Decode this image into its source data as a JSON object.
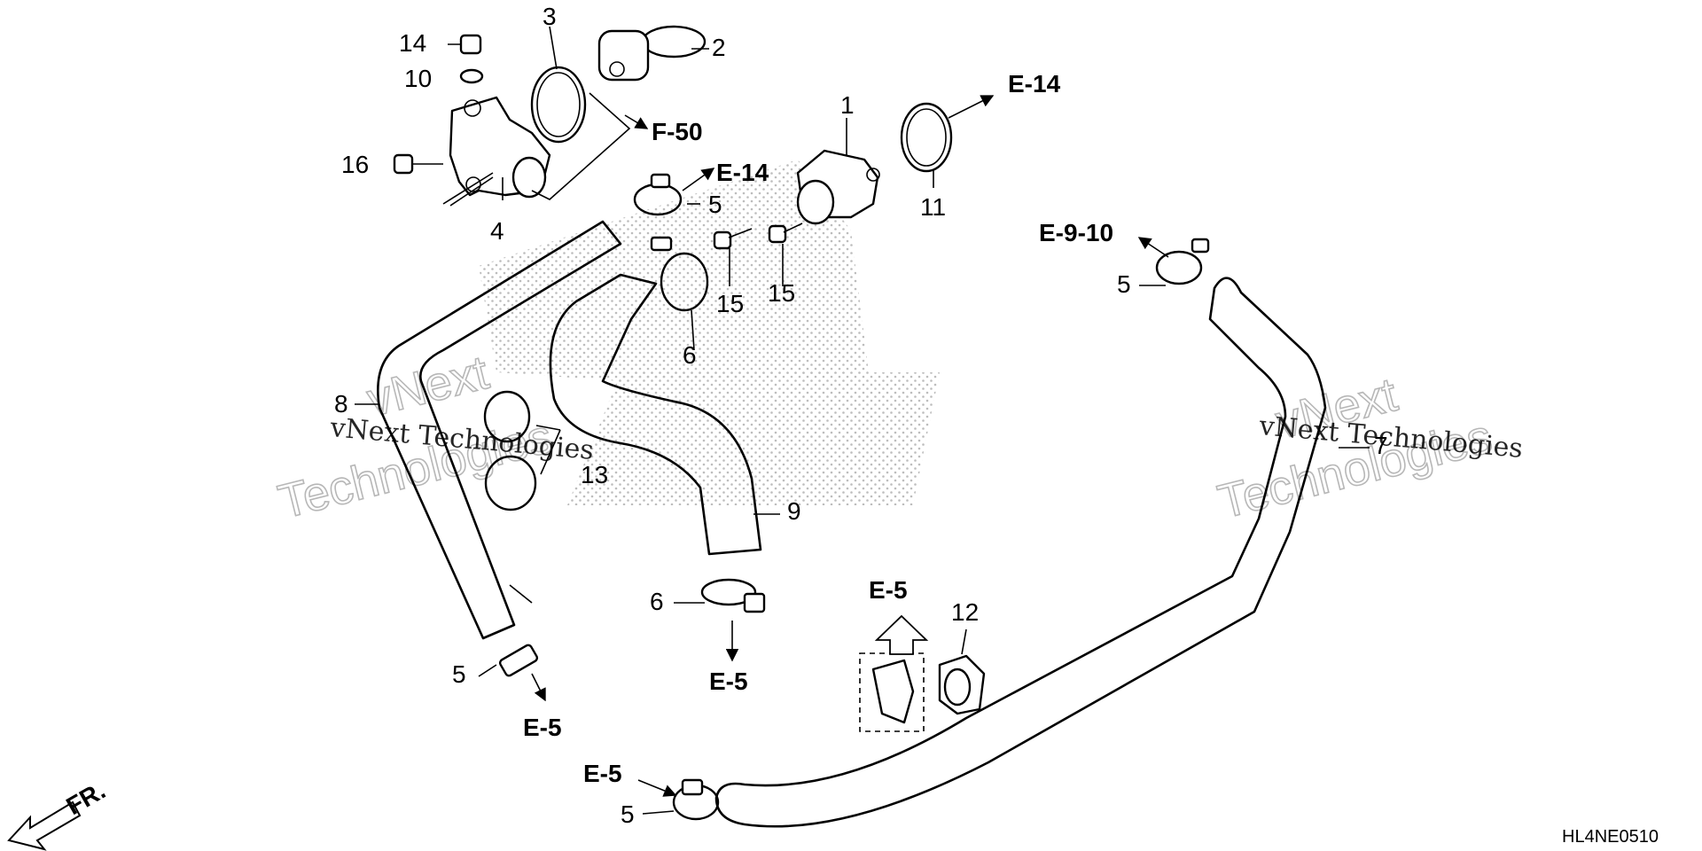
{
  "diagram_code": "HL4NE0510",
  "watermark": {
    "line1": "vNext Technologies",
    "line2a": "vNext",
    "line2b": "Technologies"
  },
  "front_label": "FR.",
  "parts": {
    "p1": "1",
    "p2": "2",
    "p3": "3",
    "p4": "4",
    "p5": "5",
    "p6": "6",
    "p7": "7",
    "p8": "8",
    "p9": "9",
    "p10": "10",
    "p11": "11",
    "p12": "12",
    "p13": "13",
    "p14": "14",
    "p15": "15",
    "p16": "16"
  },
  "refs": {
    "e14": "E-14",
    "f50": "F-50",
    "e5": "E-5",
    "e910": "E-9-10"
  }
}
